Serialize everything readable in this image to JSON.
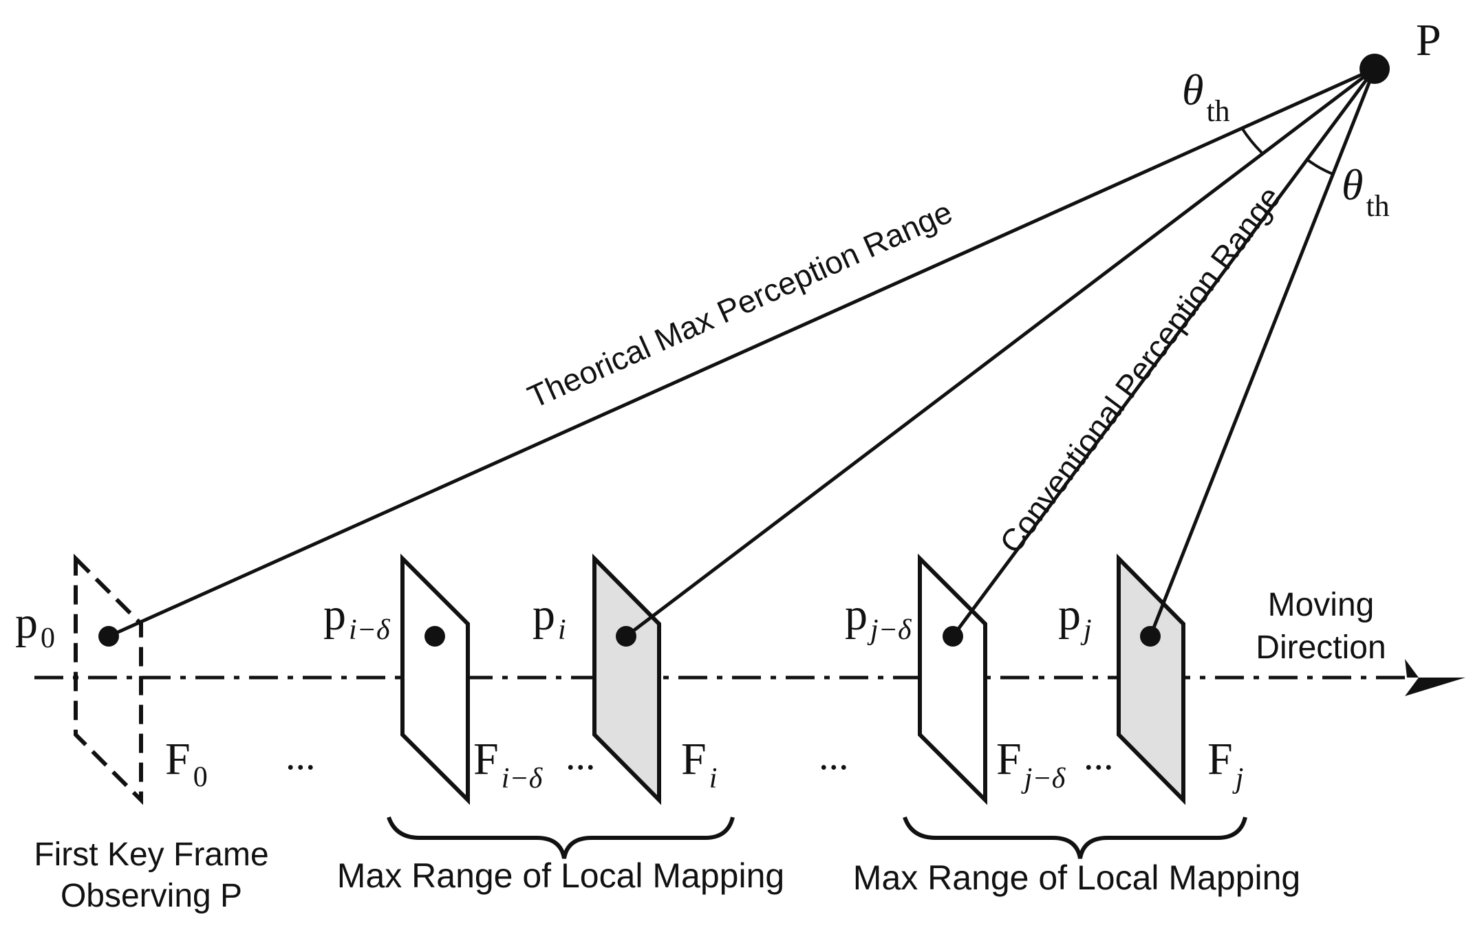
{
  "colors": {
    "ink": "#111111",
    "shade": "#e0e0e0",
    "background": "#ffffff"
  },
  "point": {
    "label": "P"
  },
  "angles": {
    "symbol": "θ",
    "subscript": "th"
  },
  "lines": {
    "theoretical": "Theorical Max Perception Range",
    "conventional": "Conventional Perception Range"
  },
  "direction": {
    "line1": "Moving",
    "line2": "Direction",
    "arrow_icon": "arrowhead-icon"
  },
  "frames": [
    {
      "point_base": "p",
      "point_sub": "0",
      "frame_base": "F",
      "frame_sub": "0"
    },
    {
      "point_base": "p",
      "point_sub": "i−δ",
      "frame_base": "F",
      "frame_sub": "i−δ"
    },
    {
      "point_base": "p",
      "point_sub": "i",
      "frame_base": "F",
      "frame_sub": "i"
    },
    {
      "point_base": "p",
      "point_sub": "j−δ",
      "frame_base": "F",
      "frame_sub": "j−δ"
    },
    {
      "point_base": "p",
      "point_sub": "j",
      "frame_base": "F",
      "frame_sub": "j"
    }
  ],
  "ellipsis": "...",
  "captions": {
    "first_line1": "First Key Frame",
    "first_line2": "Observing P",
    "local_mapping_1": "Max Range of Local Mapping",
    "local_mapping_2": "Max Range of Local Mapping"
  }
}
